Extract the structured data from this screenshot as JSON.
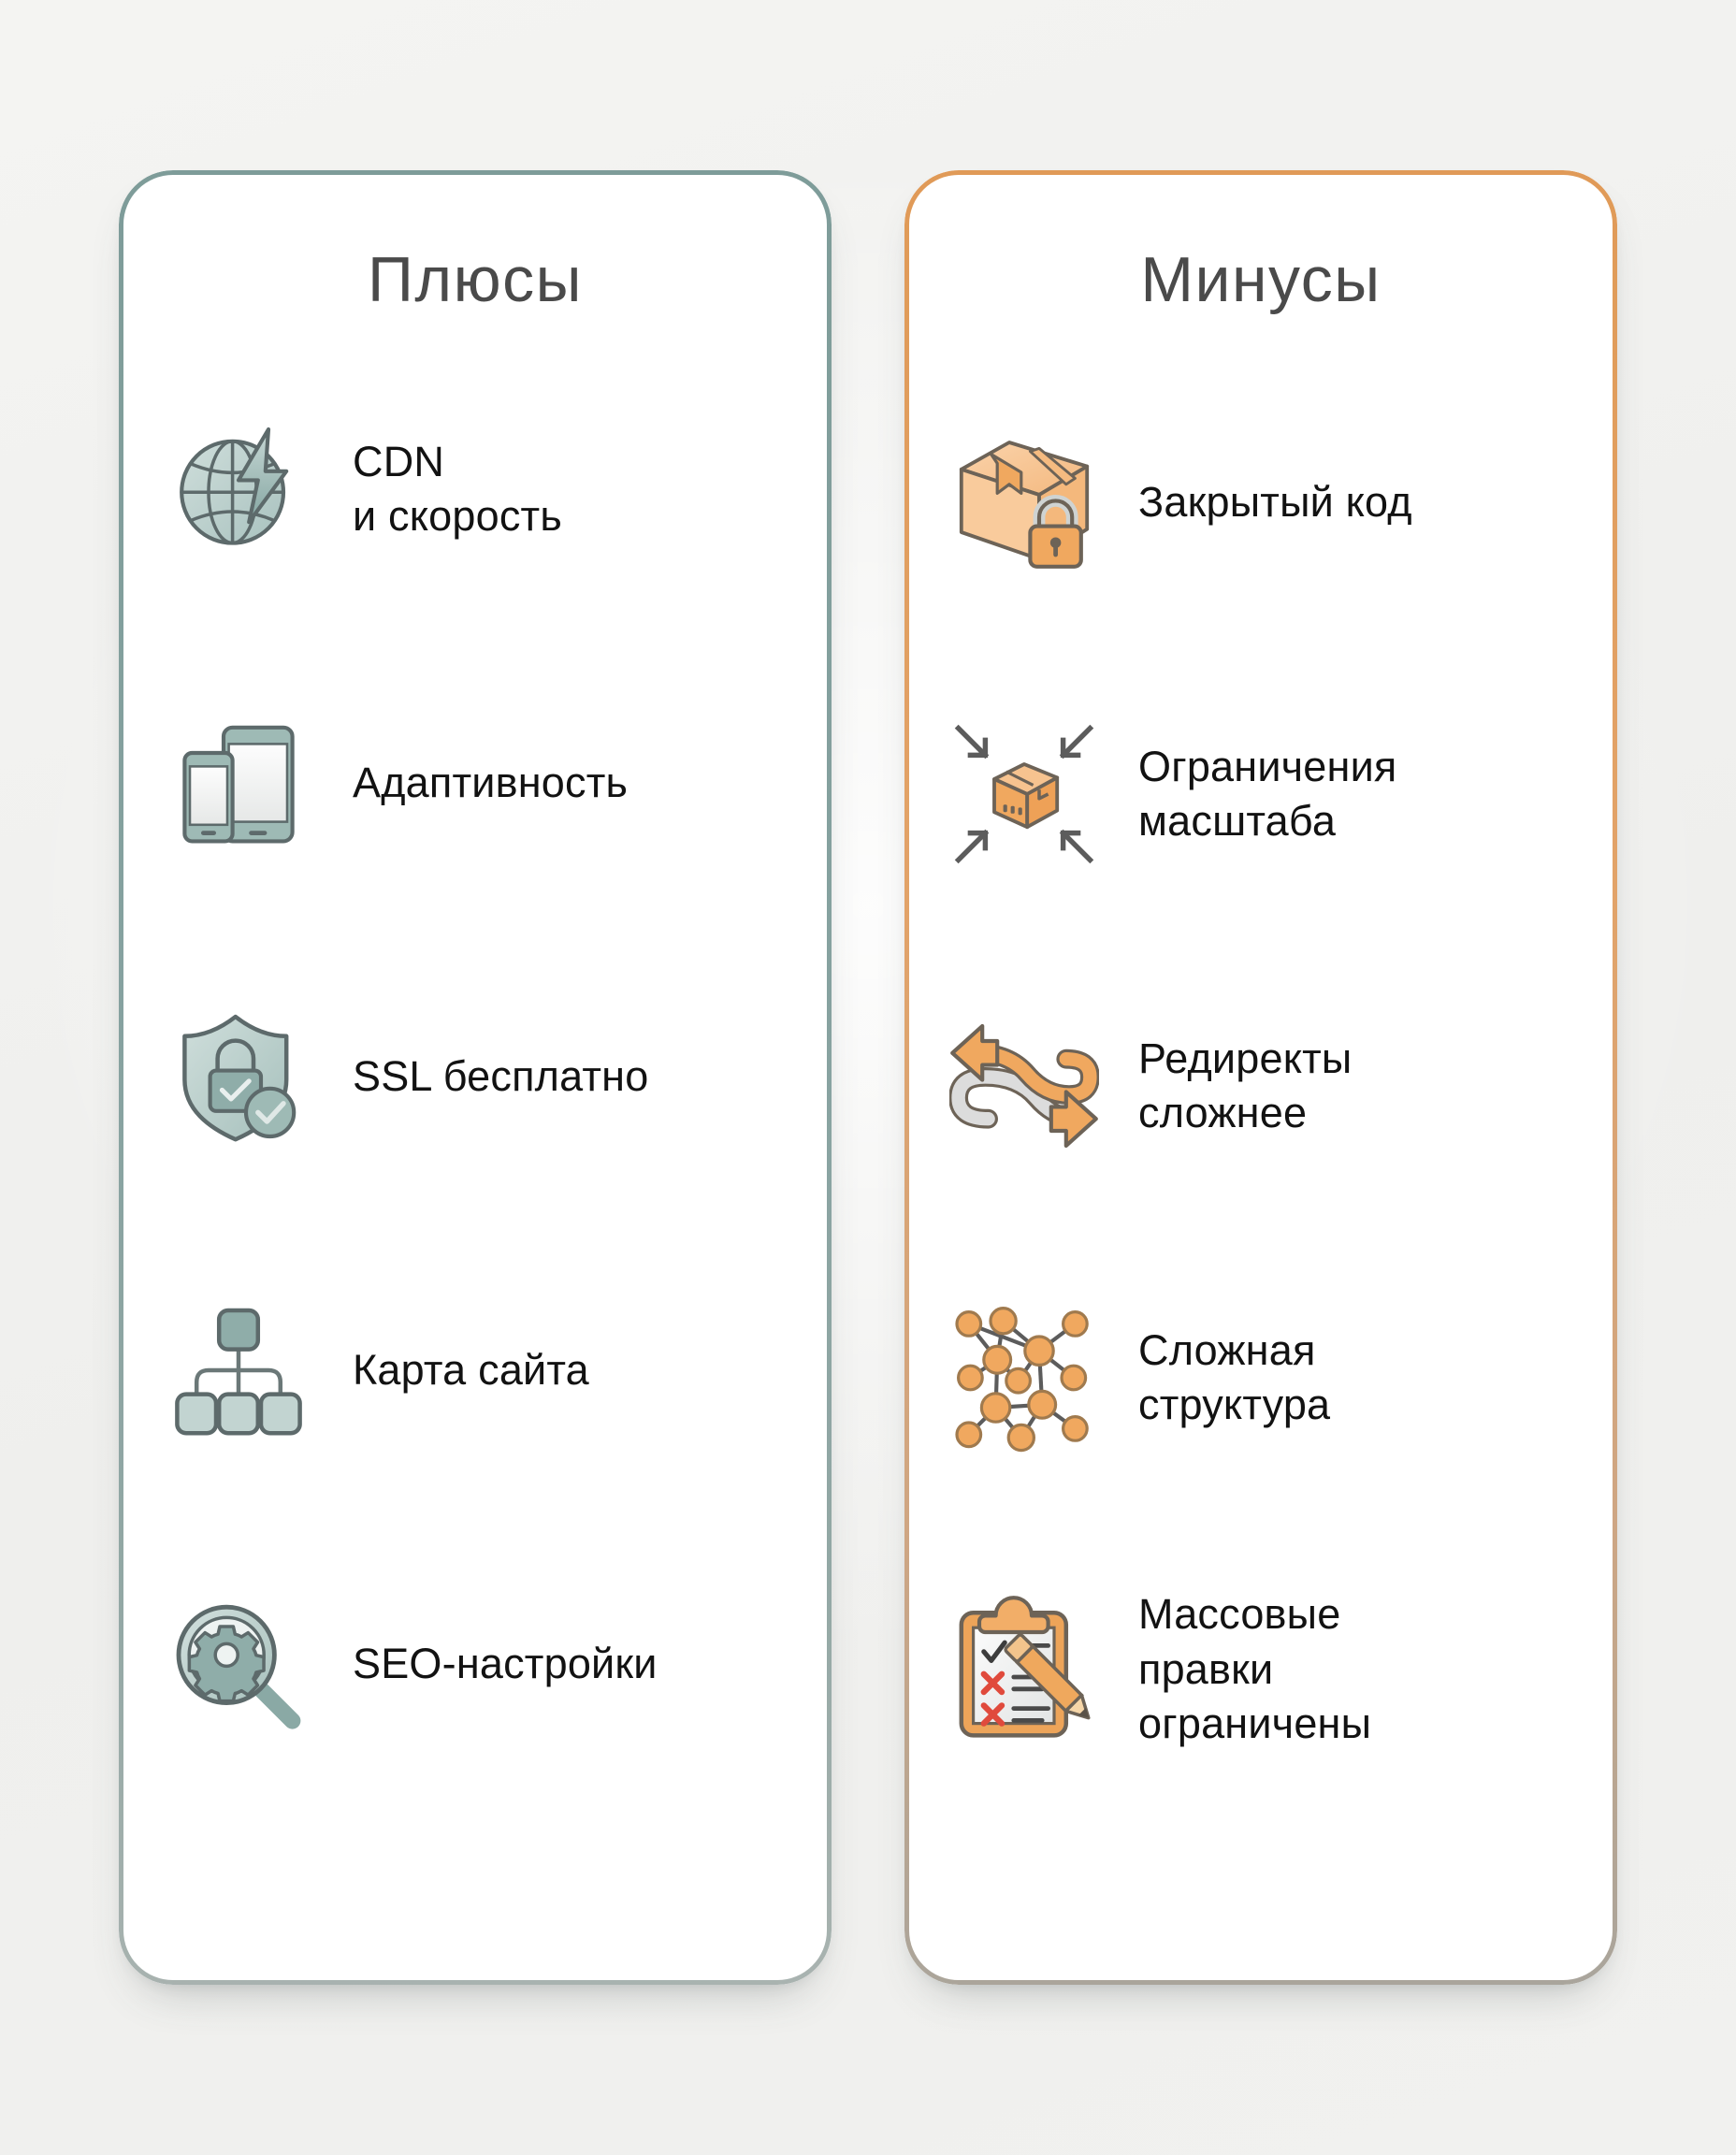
{
  "background_color": "#f3f3f1",
  "cards": [
    {
      "id": "pros",
      "title": "Плюсы",
      "border_color": "#7e9c99",
      "accent_color": "#8fada9",
      "items": [
        {
          "icon": "globe-lightning-icon",
          "label": "CDN\nи скорость"
        },
        {
          "icon": "devices-responsive-icon",
          "label": "Адаптивность"
        },
        {
          "icon": "shield-lock-check-icon",
          "label": "SSL бесплатно"
        },
        {
          "icon": "sitemap-tree-icon",
          "label": "Карта сайта"
        },
        {
          "icon": "magnifier-gear-icon",
          "label": "SEO-настройки"
        }
      ]
    },
    {
      "id": "cons",
      "title": "Минусы",
      "border_color": "#e09a57",
      "accent_color": "#f0a85f",
      "items": [
        {
          "icon": "locked-box-icon",
          "label": "Закрытый код"
        },
        {
          "icon": "box-shrink-arrows-icon",
          "label": "Ограничения\nмасштаба"
        },
        {
          "icon": "tangled-arrows-icon",
          "label": "Редиректы\nсложнее"
        },
        {
          "icon": "network-graph-icon",
          "label": "Сложная\nструктура"
        },
        {
          "icon": "clipboard-pencil-icon",
          "label": "Массовые\nправки\nограничены"
        }
      ]
    }
  ]
}
